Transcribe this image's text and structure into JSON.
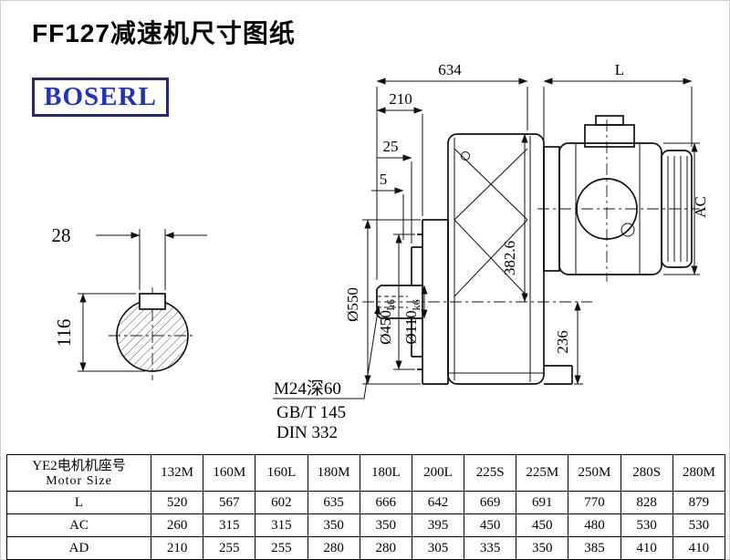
{
  "page": {
    "title": "FF127减速机尺寸图纸",
    "brand": "BOSERL"
  },
  "colors": {
    "brand_text": "#2233bb",
    "brand_border": "#26267a",
    "line": "#111111"
  },
  "drawing": {
    "dims": {
      "total_length": "634",
      "motor_length": "L",
      "flange_to_shaft_end": "210",
      "dim_25": "25",
      "dim_5": "5",
      "dia_flange": "Ø550",
      "dia_spigot": "Ø450",
      "dia_spigot_tol": "h6",
      "dia_shaft": "Ø110",
      "dia_shaft_tol": "k6",
      "center_height": "382.6",
      "base_height": "236",
      "motor_diameter": "AC",
      "key_width": "28",
      "shaft_height": "116"
    },
    "notes": {
      "tap_hole": "M24深60",
      "standard_1": "GB/T 145",
      "standard_2": "DIN 332"
    }
  },
  "table": {
    "header_cn": "YE2电机机座号",
    "header_en": "Motor Size",
    "columns": [
      "132M",
      "160M",
      "160L",
      "180M",
      "180L",
      "200L",
      "225S",
      "225M",
      "250M",
      "280S",
      "280M"
    ],
    "rows": [
      {
        "label": "L",
        "values": [
          520,
          567,
          602,
          635,
          666,
          642,
          669,
          691,
          770,
          828,
          879
        ]
      },
      {
        "label": "AC",
        "values": [
          260,
          315,
          315,
          350,
          350,
          395,
          450,
          450,
          480,
          530,
          530
        ]
      },
      {
        "label": "AD",
        "values": [
          210,
          255,
          255,
          280,
          280,
          305,
          335,
          350,
          385,
          410,
          410
        ]
      }
    ]
  }
}
